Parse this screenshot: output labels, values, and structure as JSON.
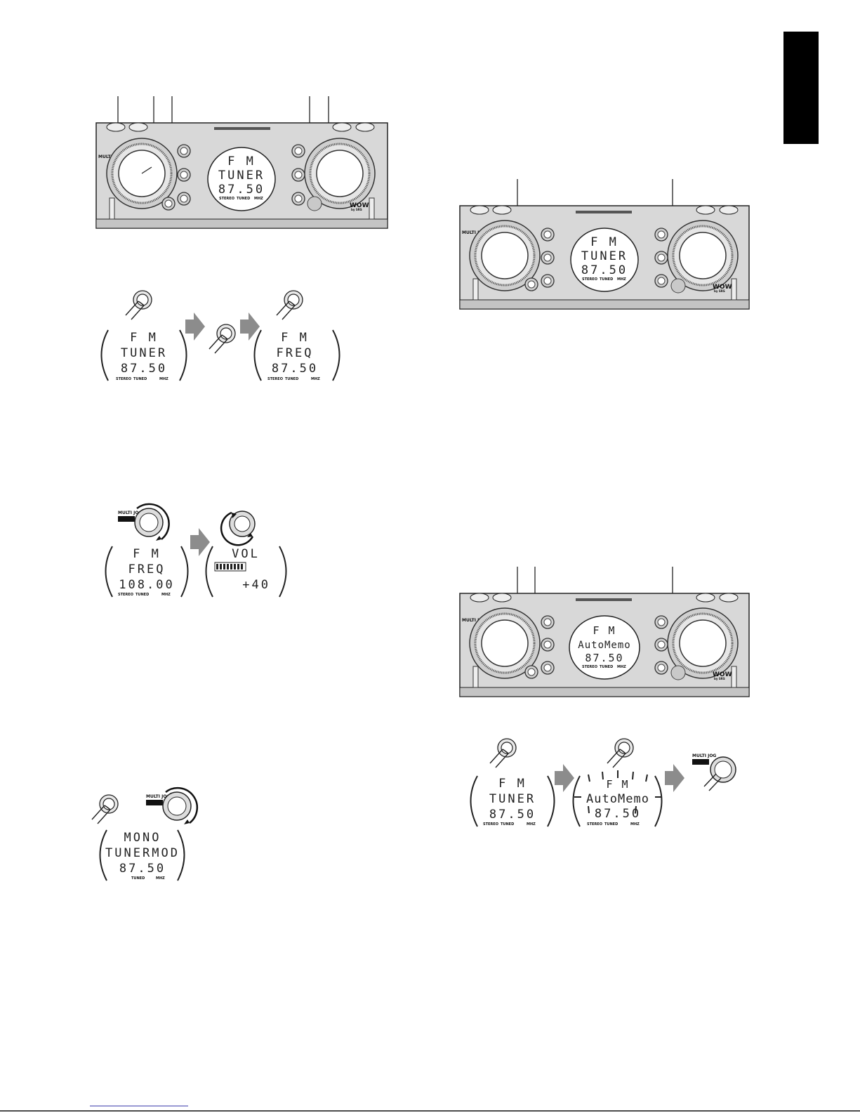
{
  "colors": {
    "tab": "#000000",
    "panel": "#d8d8d8",
    "panel_dark": "#bfbfbf",
    "arrow": "#8c8c8c",
    "footer_rule": "#3333aa"
  },
  "panel_labels": {
    "multi_jog": "MULTI JOG",
    "brand": "WOW",
    "brand_sub": "by SRS"
  },
  "lcd_labels": {
    "stereo": "STEREO",
    "tuned": "TUNED",
    "mhz": "MHZ"
  },
  "unit1": {
    "line1": "F  M",
    "line2": "TUNER",
    "line3": "87.50"
  },
  "unit2": {
    "line1": "F  M",
    "line2": "TUNER",
    "line3": "87.50"
  },
  "unit3": {
    "line1": "F  M",
    "line2": "AutoMemo",
    "line3": "87.50"
  },
  "seq1": {
    "d1": {
      "line1": "F  M",
      "line2": "TUNER",
      "line3": "87.50"
    },
    "d2": {
      "line1": "F  M",
      "line2": "FREQ",
      "line3": "87.50"
    }
  },
  "seq2": {
    "d1": {
      "line1": "F  M",
      "line2": "FREQ",
      "line3": "108.00"
    },
    "d2": {
      "line1": "VOL",
      "line2": "",
      "line3": "+40"
    }
  },
  "seq3": {
    "d1": {
      "line1": "MONO",
      "line2": "TUNERMOD",
      "line3": "87.50"
    }
  },
  "seq4": {
    "d1": {
      "line1": "F  M",
      "line2": "TUNER",
      "line3": "87.50"
    },
    "d2": {
      "line1": "F  M",
      "line2": "AutoMemo",
      "line3": "87.50"
    }
  }
}
